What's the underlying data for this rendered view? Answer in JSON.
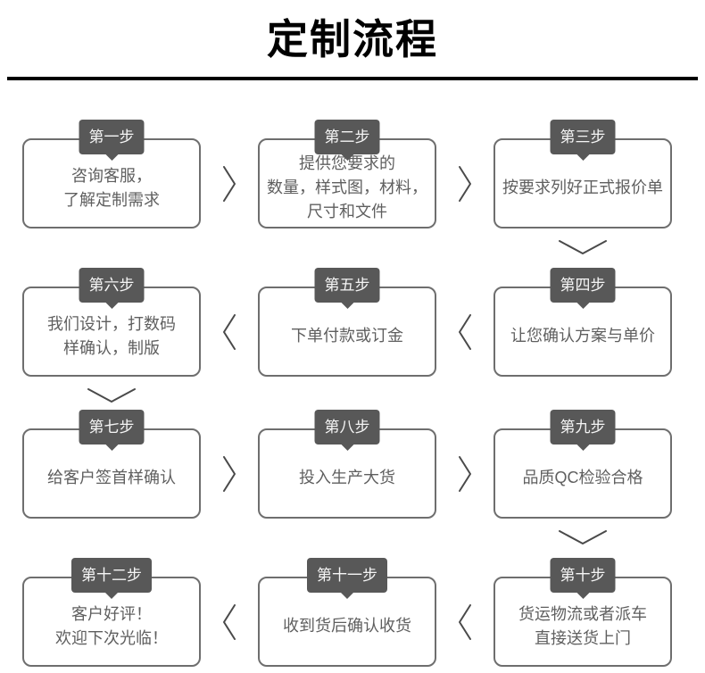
{
  "title": "定制流程",
  "steps": [
    {
      "label": "第一步",
      "lines": [
        "咨询客服，",
        "了解定制需求"
      ]
    },
    {
      "label": "第二步",
      "lines": [
        "提供您要求的",
        "数量，样式图，材料，",
        "尺寸和文件"
      ]
    },
    {
      "label": "第三步",
      "lines": [
        "按要求列好正式报价单"
      ]
    },
    {
      "label": "第四步",
      "lines": [
        "让您确认方案与单价"
      ]
    },
    {
      "label": "第五步",
      "lines": [
        "下单付款或订金"
      ]
    },
    {
      "label": "第六步",
      "lines": [
        "我们设计，打数码",
        "样确认，制版"
      ]
    },
    {
      "label": "第七步",
      "lines": [
        "给客户签首样确认"
      ]
    },
    {
      "label": "第八步",
      "lines": [
        "投入生产大货"
      ]
    },
    {
      "label": "第九步",
      "lines": [
        "品质QC检验合格"
      ]
    },
    {
      "label": "第十步",
      "lines": [
        "货运物流或者派车",
        "直接送货上门"
      ]
    },
    {
      "label": "第十一步",
      "lines": [
        "收到货后确认收货"
      ]
    },
    {
      "label": "第十二步",
      "lines": [
        "客户好评！",
        "欢迎下次光临！"
      ]
    }
  ],
  "icons": {
    "next": "chevron-right-icon",
    "previous": "chevron-left-icon",
    "down": "chevron-down-icon"
  },
  "colors": {
    "badge_bg": "#585858",
    "badge_text": "#f5f5f5",
    "box_border": "#6e6e6e",
    "box_text": "#5f5f5f",
    "arrow": "#4a4a4a",
    "title": "#000000",
    "divider": "#000000",
    "background": "#ffffff"
  }
}
